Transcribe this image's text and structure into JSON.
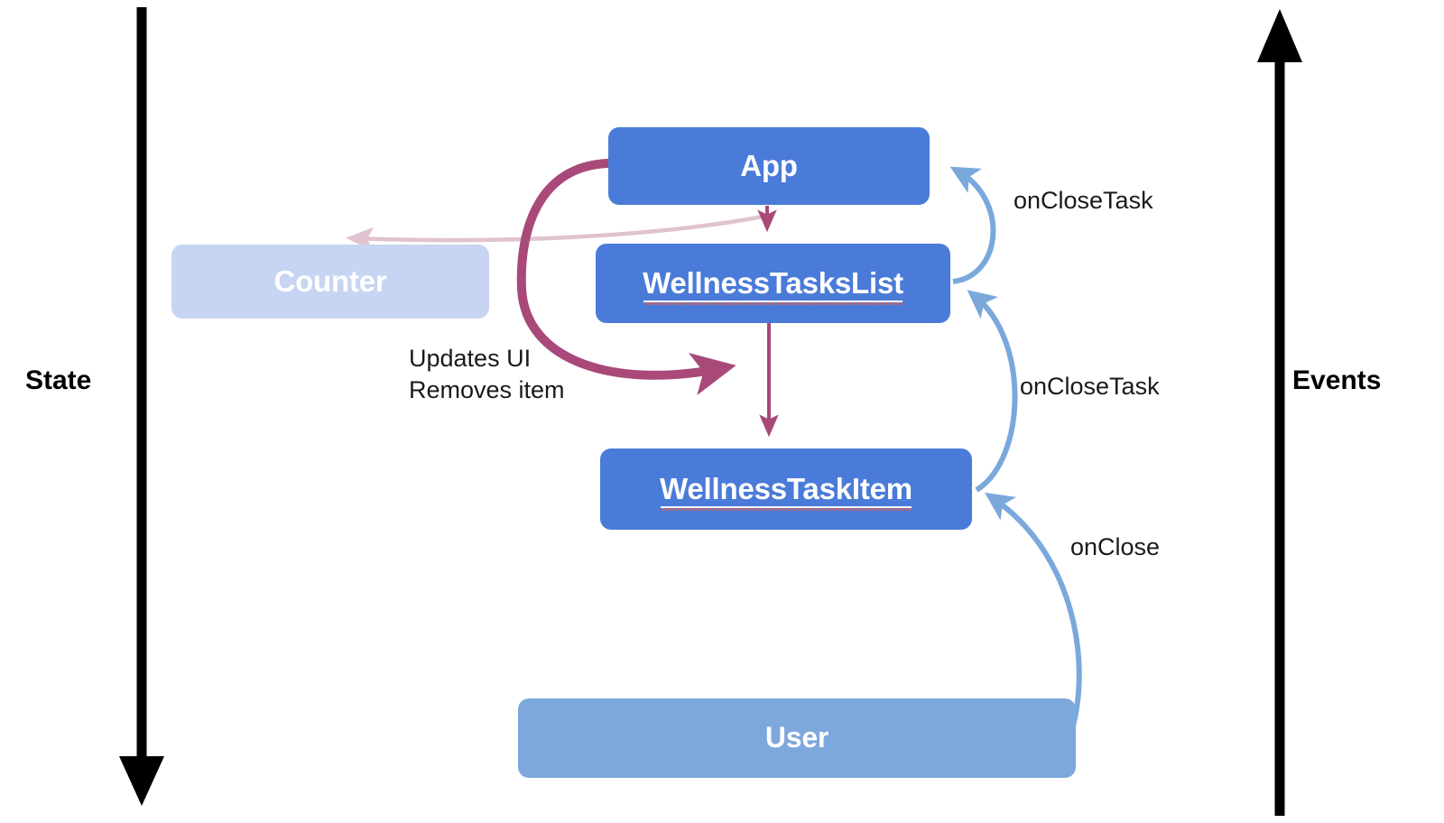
{
  "diagram": {
    "title": "React unidirectional data flow diagram",
    "background": "#ffffff",
    "axes": [
      {
        "id": "state",
        "label": "State",
        "direction": "down",
        "color": "#000000"
      },
      {
        "id": "events",
        "label": "Events",
        "direction": "up",
        "color": "#000000"
      }
    ],
    "nodes": [
      {
        "id": "app",
        "label": "App",
        "color": "#4a7bd8",
        "text_color": "#ffffff",
        "spellcheck_underline": false
      },
      {
        "id": "list",
        "label": "WellnessTasksList",
        "color": "#4a7bd8",
        "text_color": "#ffffff",
        "spellcheck_underline": true
      },
      {
        "id": "item",
        "label": "WellnessTaskItem",
        "color": "#4a7bd8",
        "text_color": "#ffffff",
        "spellcheck_underline": true
      },
      {
        "id": "counter",
        "label": "Counter",
        "color": "#c7d5f2",
        "text_color": "#ffffff",
        "spellcheck_underline": false
      },
      {
        "id": "user",
        "label": "User",
        "color": "#7da8dc",
        "text_color": "#ffffff",
        "spellcheck_underline": false
      }
    ],
    "edges": [
      {
        "id": "app-to-list",
        "from": "app",
        "to": "list",
        "label": "",
        "color": "#a8497a",
        "style": "state-flow"
      },
      {
        "id": "list-to-item",
        "from": "list",
        "to": "item",
        "label": "",
        "color": "#a8497a",
        "style": "state-flow"
      },
      {
        "id": "app-to-list-curve",
        "from": "app",
        "to": "list",
        "label": "Updates UI\nRemoves item",
        "color": "#a8497a",
        "style": "state-flow-curve"
      },
      {
        "id": "app-to-counter",
        "from": "app",
        "to": "counter",
        "label": "",
        "color": "#e0c2d0",
        "style": "faded"
      },
      {
        "id": "list-to-app",
        "from": "list",
        "to": "app",
        "label": "onCloseTask",
        "color": "#6f9fd8",
        "style": "event"
      },
      {
        "id": "item-to-list",
        "from": "item",
        "to": "list",
        "label": "onCloseTask",
        "color": "#6f9fd8",
        "style": "event"
      },
      {
        "id": "user-to-item",
        "from": "user",
        "to": "item",
        "label": "onClose",
        "color": "#6f9fd8",
        "style": "event"
      }
    ],
    "edge_labels": {
      "onclosetask_top": "onCloseTask",
      "onclosetask_mid": "onCloseTask",
      "onclose": "onClose",
      "updates_line1": "Updates UI",
      "updates_line2": "Removes item"
    },
    "colors": {
      "node_primary": "#4a7bd8",
      "node_faded": "#c7d5f2",
      "node_user": "#7da8dc",
      "state_arrow": "#a8497a",
      "state_arrow_faded": "#e0c2d0",
      "event_arrow": "#6f9fd8",
      "axis": "#000000",
      "label_text": "#1a1a1a"
    }
  }
}
